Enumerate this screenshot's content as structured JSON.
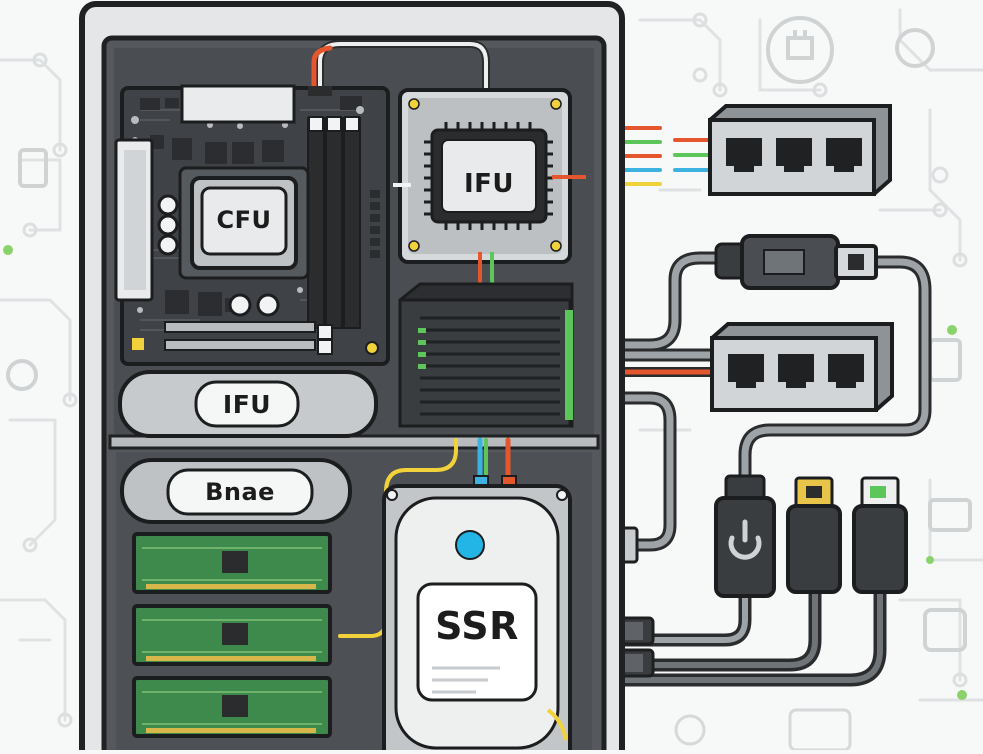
{
  "labels": {
    "cpu": "CFU",
    "ifu_chip": "IFU",
    "ifu_pill": "IFU",
    "drive_bay": "Bnae",
    "ssd": "SSR"
  },
  "colors": {
    "case_frame": "#2b2d30",
    "case_interior": "#55595e",
    "motherboard": "#3f4246",
    "ram_green": "#3d8a4c",
    "cable_red": "#e4572e",
    "cable_yellow": "#f2d23a",
    "cable_blue": "#3bb2e0",
    "cable_green": "#5cc65a",
    "ssd_dot": "#22b5e6"
  }
}
